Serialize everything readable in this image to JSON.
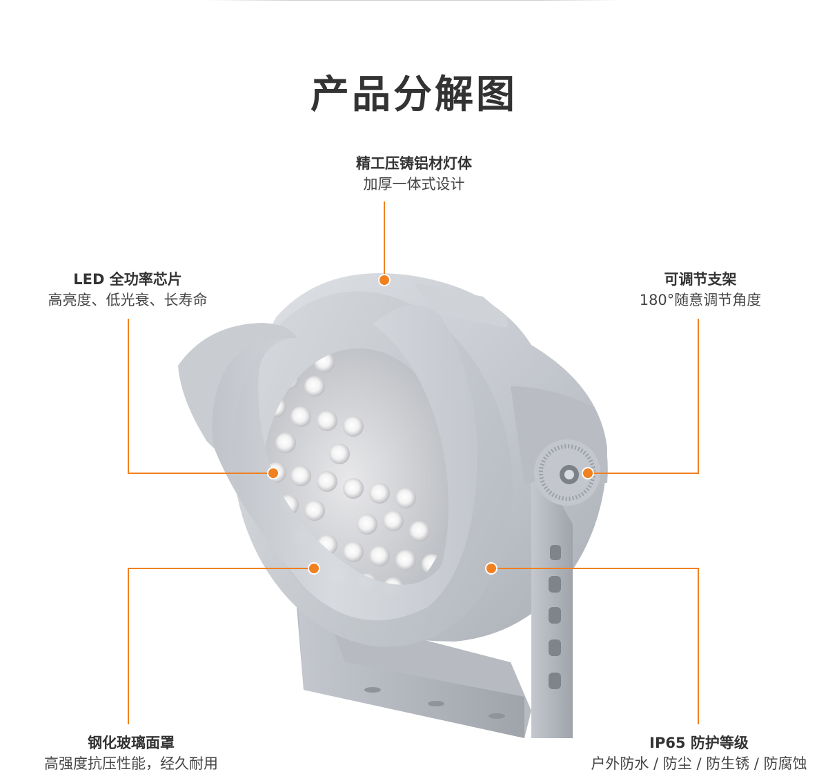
{
  "title": "产品分解图",
  "callouts": {
    "body": {
      "title": "精工压铸铝材灯体",
      "subtitle": "加厚一体式设计"
    },
    "chip": {
      "title": "LED 全功率芯片",
      "subtitle": "高亮度、低光衰、长寿命"
    },
    "bracket": {
      "title": "可调节支架",
      "subtitle": "180°随意调节角度"
    },
    "glass": {
      "title": "钢化玻璃面罩",
      "subtitle": "高强度抗压性能，经久耐用"
    },
    "ip": {
      "title": "IP65 防护等级",
      "subtitle": "户外防水 / 防尘 / 防生锈 / 防腐蚀"
    }
  },
  "colors": {
    "accent": "#f08020",
    "lamp_body": "#c8ccd2",
    "text": "#333333"
  }
}
